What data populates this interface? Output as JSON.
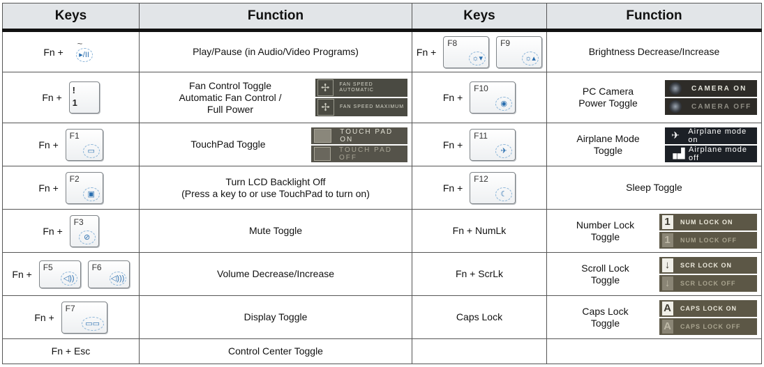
{
  "headers": {
    "keys_left": "Keys",
    "function_left": "Function",
    "keys_right": "Keys",
    "function_right": "Function"
  },
  "fn_label": "Fn +",
  "rows": [
    {
      "left_function": "Play/Pause (in Audio/Video Programs)",
      "right_function": "Brightness Decrease/Increase",
      "right_keys": [
        "F8",
        "F9"
      ]
    },
    {
      "left_function_lines": [
        "Fan Control Toggle",
        "Automatic Fan Control /",
        "Full Power"
      ],
      "left_images": [
        "FAN SPEED AUTOMATIC",
        "FAN SPEED MAXIMUM"
      ],
      "left_key_lines": [
        "!",
        "1"
      ],
      "right_key": "F10",
      "right_function_lines": [
        "PC Camera",
        "Power Toggle"
      ],
      "right_images": [
        "CAMERA ON",
        "CAMERA OFF"
      ]
    },
    {
      "left_key": "F1",
      "left_function": "TouchPad Toggle",
      "left_images": [
        "TOUCH PAD ON",
        "TOUCH PAD OFF"
      ],
      "right_key": "F11",
      "right_function_lines": [
        "Airplane Mode",
        "Toggle"
      ],
      "right_images": [
        "Airplane mode on",
        "Airplane mode off"
      ]
    },
    {
      "left_key": "F2",
      "left_function_lines": [
        "Turn LCD Backlight Off",
        "(Press a key to or use TouchPad to turn on)"
      ],
      "right_key": "F12",
      "right_function": "Sleep Toggle"
    },
    {
      "left_key": "F3",
      "left_function": "Mute Toggle",
      "right_keys_text": "Fn + NumLk",
      "right_function_lines": [
        "Number Lock",
        "Toggle"
      ],
      "right_images": [
        "NUM LOCK ON",
        "NUM LOCK OFF"
      ],
      "right_glyph": "1"
    },
    {
      "left_keys": [
        "F5",
        "F6"
      ],
      "left_function": "Volume Decrease/Increase",
      "right_keys_text": "Fn + ScrLk",
      "right_function_lines": [
        "Scroll Lock",
        "Toggle"
      ],
      "right_images": [
        "SCR LOCK ON",
        "SCR LOCK OFF"
      ],
      "right_glyph": "↓"
    },
    {
      "left_key": "F7",
      "left_function": "Display Toggle",
      "right_keys_text": "Caps Lock",
      "right_function_lines": [
        "Caps Lock",
        "Toggle"
      ],
      "right_images": [
        "CAPS LOCK ON",
        "CAPS LOCK OFF"
      ],
      "right_glyph": "A"
    },
    {
      "left_keys_text": "Fn + Esc",
      "left_function": "Control Center Toggle"
    }
  ],
  "icons": {
    "play_pause": "play-pause-icon",
    "fan": "fan-icon",
    "touchpad": "touchpad-icon",
    "backlight": "lcd-backlight-icon",
    "mute": "mute-icon",
    "volume_down": "volume-down-icon",
    "volume_up": "volume-up-icon",
    "display": "display-toggle-icon",
    "brightness_down": "brightness-down-icon",
    "brightness_up": "brightness-up-icon",
    "camera": "camera-icon",
    "airplane": "airplane-icon",
    "sleep": "sleep-icon"
  }
}
